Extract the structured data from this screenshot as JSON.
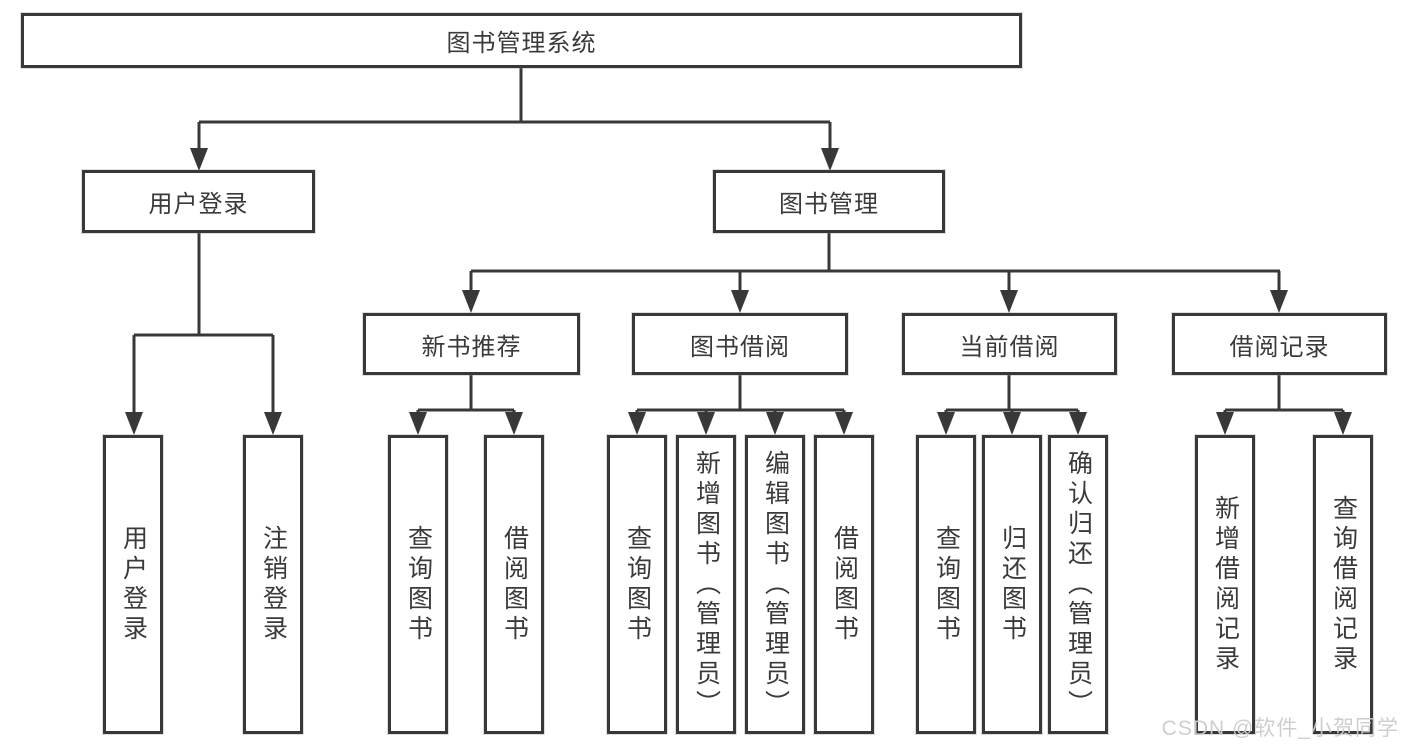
{
  "tree": {
    "label": "图书管理系统",
    "children": [
      {
        "label": "用户登录",
        "children": [
          {
            "label": "用户登录"
          },
          {
            "label": "注销登录"
          }
        ]
      },
      {
        "label": "图书管理",
        "children": [
          {
            "label": "新书推荐",
            "children": [
              {
                "label": "查询图书"
              },
              {
                "label": "借阅图书"
              }
            ]
          },
          {
            "label": "图书借阅",
            "children": [
              {
                "label": "查询图书"
              },
              {
                "label": "新增图书（管理员）"
              },
              {
                "label": "编辑图书（管理员）"
              },
              {
                "label": "借阅图书"
              }
            ]
          },
          {
            "label": "当前借阅",
            "children": [
              {
                "label": "查询图书"
              },
              {
                "label": "归还图书"
              },
              {
                "label": "确认归还（管理员）"
              }
            ]
          },
          {
            "label": "借阅记录",
            "children": [
              {
                "label": "新增借阅记录"
              },
              {
                "label": "查询借阅记录"
              }
            ]
          }
        ]
      }
    ]
  },
  "watermark": "CSDN @软件_小贺同学",
  "colors": {
    "line": "#383838",
    "text": "#3a3a3a",
    "box_background": "#ffffff",
    "watermark": "#cbcbcb"
  }
}
